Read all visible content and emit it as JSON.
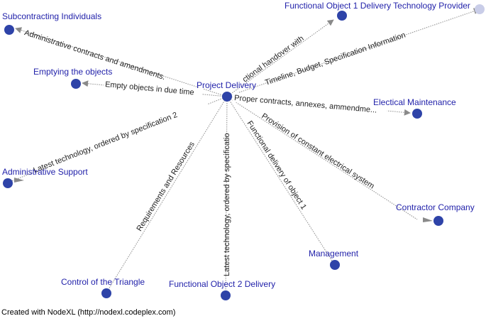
{
  "graph": {
    "hub": "Project Delivery",
    "nodes": {
      "hub": "Project Delivery",
      "subcontracting": "Subcontracting Individuals",
      "emptying": "Emptying the objects",
      "admin_support": "Administrative Support",
      "control": "Control of the Triangle",
      "fo2": "Functional Object 2 Delivery",
      "management": "Management",
      "contractor": "Contractor Company",
      "electrical": "Electical Maintenance",
      "fo1": "Functional Object 1 Delivery Technology Provider"
    },
    "edges": {
      "to_subcontracting": "Administrative contracts and amendments.",
      "to_emptying": "Empty objects in due time",
      "to_fo1_handover": "ctional handover with",
      "to_fo1_timeline": "Timeline, Budget, Specification Information",
      "to_electrical": "Proper contracts, annexes, ammendme...",
      "to_contractor": "Provision of constant electrical system",
      "to_management": "Functional delivery of object 1",
      "to_fo2": "Latest technology, ordered by specificatio",
      "to_control": "Requirements and Resources",
      "to_admin_support": "Latest technology, ordered by specification 2"
    }
  },
  "footer": "Created with NodeXL (http://nodexl.codeplex.com)"
}
